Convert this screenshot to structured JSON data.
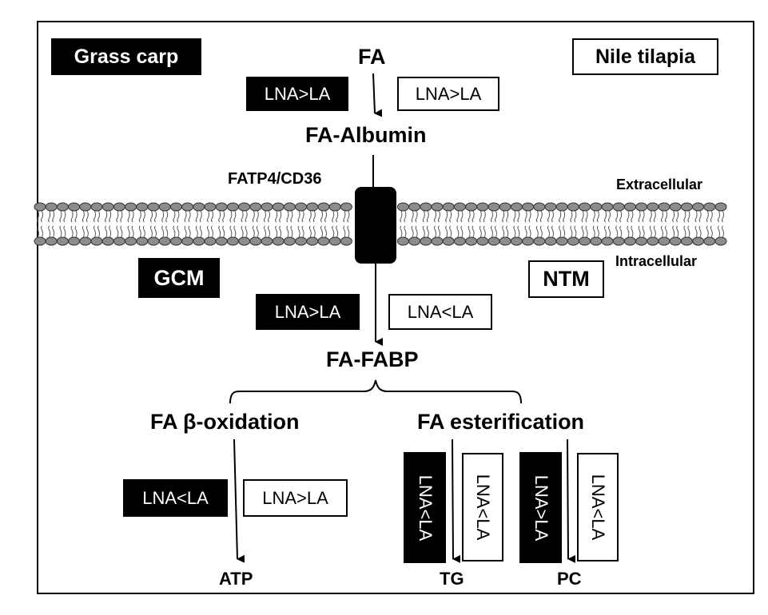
{
  "species": {
    "left": "Grass carp",
    "right": "Nile tilapia"
  },
  "cells": {
    "left": "GCM",
    "right": "NTM"
  },
  "nodes": {
    "fa": "FA",
    "fa_albumin": "FA-Albumin",
    "transporter": "FATP4/CD36",
    "fa_fabp": "FA-FABP",
    "beta_oxidation": "FA β-oxidation",
    "esterification": "FA esterification",
    "atp": "ATP",
    "tg": "TG",
    "pc": "PC"
  },
  "membrane": {
    "outside": "Extracellular",
    "inside": "Intracellular"
  },
  "comparisons": {
    "uptake_carp": "LNA>LA",
    "uptake_tilapia": "LNA>LA",
    "binding_carp": "LNA>LA",
    "binding_tilapia": "LNA<LA",
    "oxidation_carp": "LNA<LA",
    "oxidation_tilapia": "LNA>LA",
    "tg_carp": "LNA<LA",
    "tg_tilapia": "LNA<LA",
    "pc_carp": "LNA>LA",
    "pc_tilapia": "LNA<LA"
  },
  "colors": {
    "carp": "#000000",
    "tilapia": "#ffffff",
    "lipid_head": "#8c8c8c",
    "channel": "#000000"
  }
}
